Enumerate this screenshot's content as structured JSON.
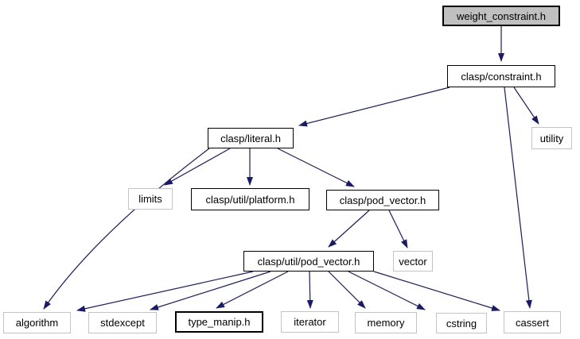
{
  "graph": {
    "description": "include dependency graph",
    "nodes": [
      {
        "id": "weight_constraint.h",
        "label": "weight_constraint.h",
        "type": "current"
      },
      {
        "id": "clasp/constraint.h",
        "label": "clasp/constraint.h",
        "type": "project"
      },
      {
        "id": "utility",
        "label": "utility",
        "type": "system"
      },
      {
        "id": "clasp/literal.h",
        "label": "clasp/literal.h",
        "type": "project"
      },
      {
        "id": "limits",
        "label": "limits",
        "type": "system"
      },
      {
        "id": "clasp/util/platform.h",
        "label": "clasp/util/platform.h",
        "type": "project"
      },
      {
        "id": "clasp/pod_vector.h",
        "label": "clasp/pod_vector.h",
        "type": "project"
      },
      {
        "id": "vector",
        "label": "vector",
        "type": "system"
      },
      {
        "id": "clasp/util/pod_vector.h",
        "label": "clasp/util/pod_vector.h",
        "type": "project"
      },
      {
        "id": "algorithm",
        "label": "algorithm",
        "type": "system"
      },
      {
        "id": "stdexcept",
        "label": "stdexcept",
        "type": "system"
      },
      {
        "id": "type_manip.h",
        "label": "type_manip.h",
        "type": "project"
      },
      {
        "id": "iterator",
        "label": "iterator",
        "type": "system"
      },
      {
        "id": "memory",
        "label": "memory",
        "type": "system"
      },
      {
        "id": "cstring",
        "label": "cstring",
        "type": "system"
      },
      {
        "id": "cassert",
        "label": "cassert",
        "type": "system"
      }
    ],
    "edges": [
      {
        "from": "weight_constraint.h",
        "to": "clasp/constraint.h"
      },
      {
        "from": "clasp/constraint.h",
        "to": "clasp/literal.h"
      },
      {
        "from": "clasp/constraint.h",
        "to": "utility"
      },
      {
        "from": "clasp/constraint.h",
        "to": "cassert"
      },
      {
        "from": "clasp/literal.h",
        "to": "limits"
      },
      {
        "from": "clasp/literal.h",
        "to": "clasp/util/platform.h"
      },
      {
        "from": "clasp/literal.h",
        "to": "clasp/pod_vector.h"
      },
      {
        "from": "clasp/literal.h",
        "to": "algorithm"
      },
      {
        "from": "clasp/pod_vector.h",
        "to": "clasp/util/pod_vector.h"
      },
      {
        "from": "clasp/pod_vector.h",
        "to": "vector"
      },
      {
        "from": "clasp/util/pod_vector.h",
        "to": "algorithm"
      },
      {
        "from": "clasp/util/pod_vector.h",
        "to": "stdexcept"
      },
      {
        "from": "clasp/util/pod_vector.h",
        "to": "type_manip.h"
      },
      {
        "from": "clasp/util/pod_vector.h",
        "to": "iterator"
      },
      {
        "from": "clasp/util/pod_vector.h",
        "to": "memory"
      },
      {
        "from": "clasp/util/pod_vector.h",
        "to": "cstring"
      },
      {
        "from": "clasp/util/pod_vector.h",
        "to": "cassert"
      }
    ],
    "colors": {
      "edge": "#191970",
      "current_node_fill": "#c0c0c0",
      "project_node_border": "#000000",
      "system_node_border": "#c4c4c4",
      "node_fill": "#ffffff",
      "text": "#000000",
      "background": "#ffffff"
    }
  }
}
